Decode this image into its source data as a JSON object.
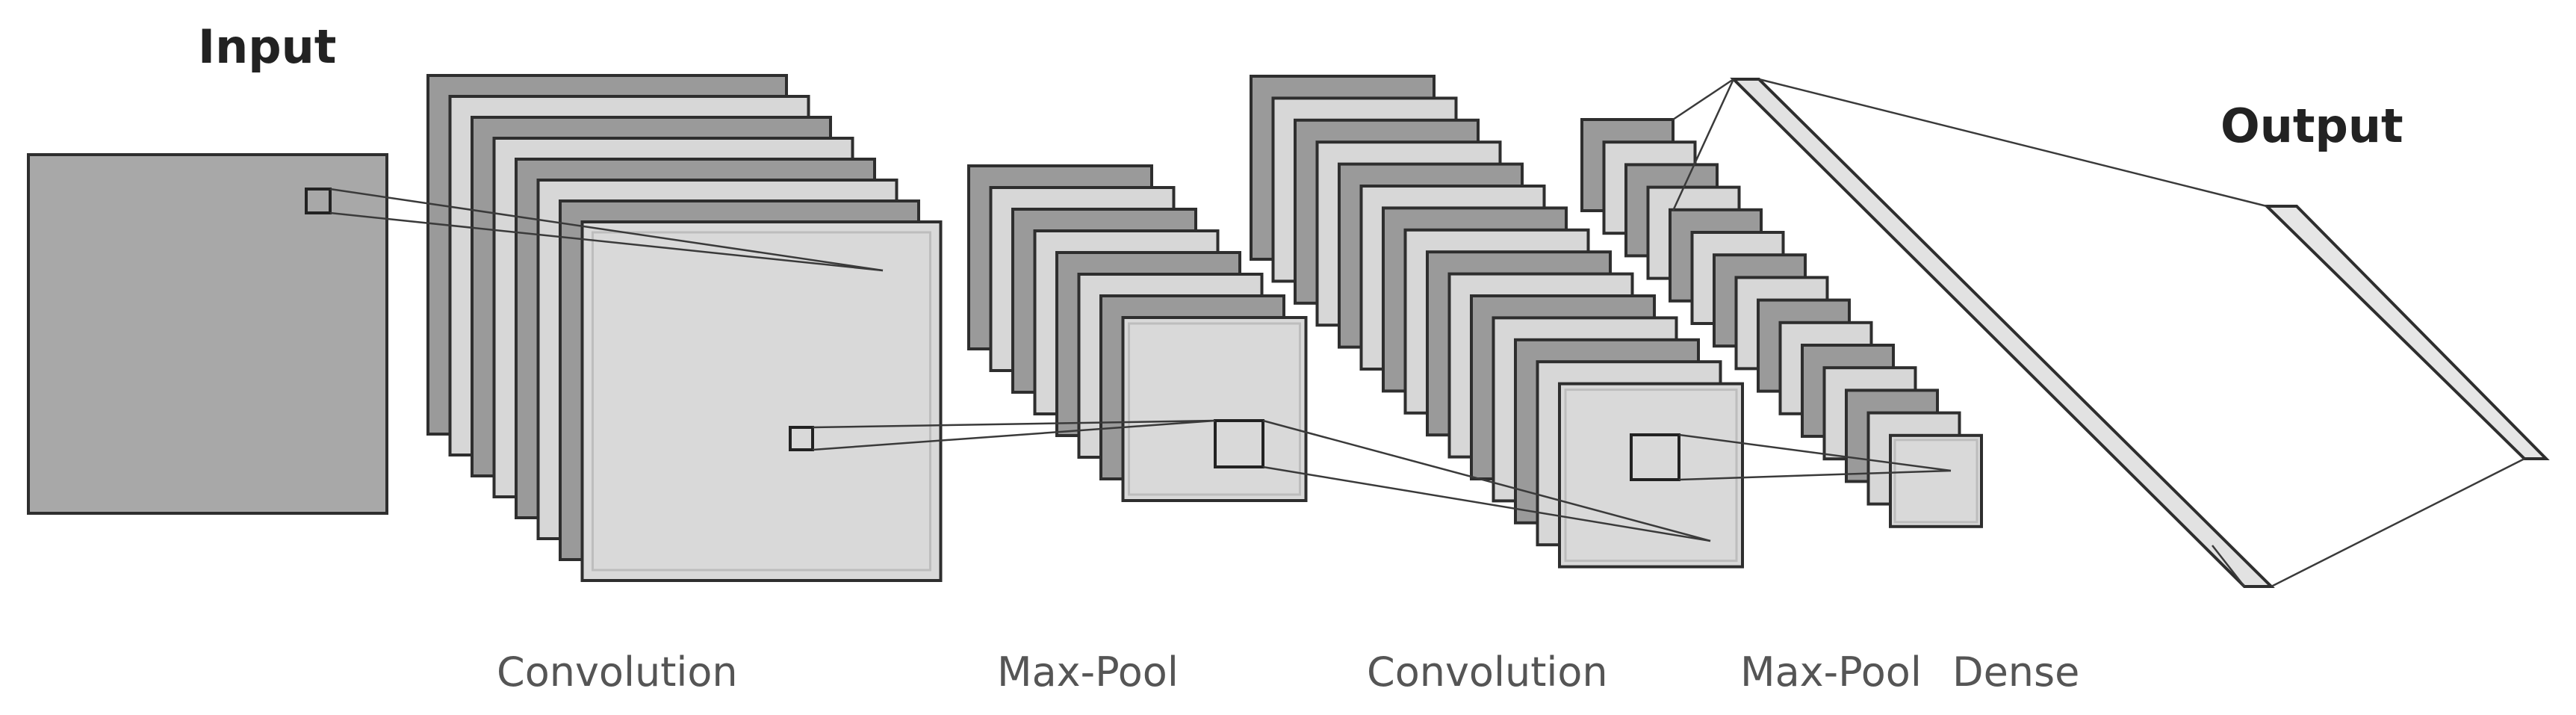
{
  "labels": {
    "input": "Input",
    "output": "Output",
    "conv1": "Convolution",
    "pool1": "Max-Pool",
    "conv2": "Convolution",
    "pool2": "Max-Pool",
    "dense": "Dense"
  },
  "colors": {
    "input_fill": "#a8a8a8",
    "map_fill_dark": "#9a9a9a",
    "map_fill_light": "#d7d7d7",
    "front_fill": "#d9d9d9",
    "inner_border": "#bdbdbd",
    "stroke": "#2e2e2e",
    "dense_fill": "#e2e2e2",
    "output_fill": "#e6e6e6"
  }
}
